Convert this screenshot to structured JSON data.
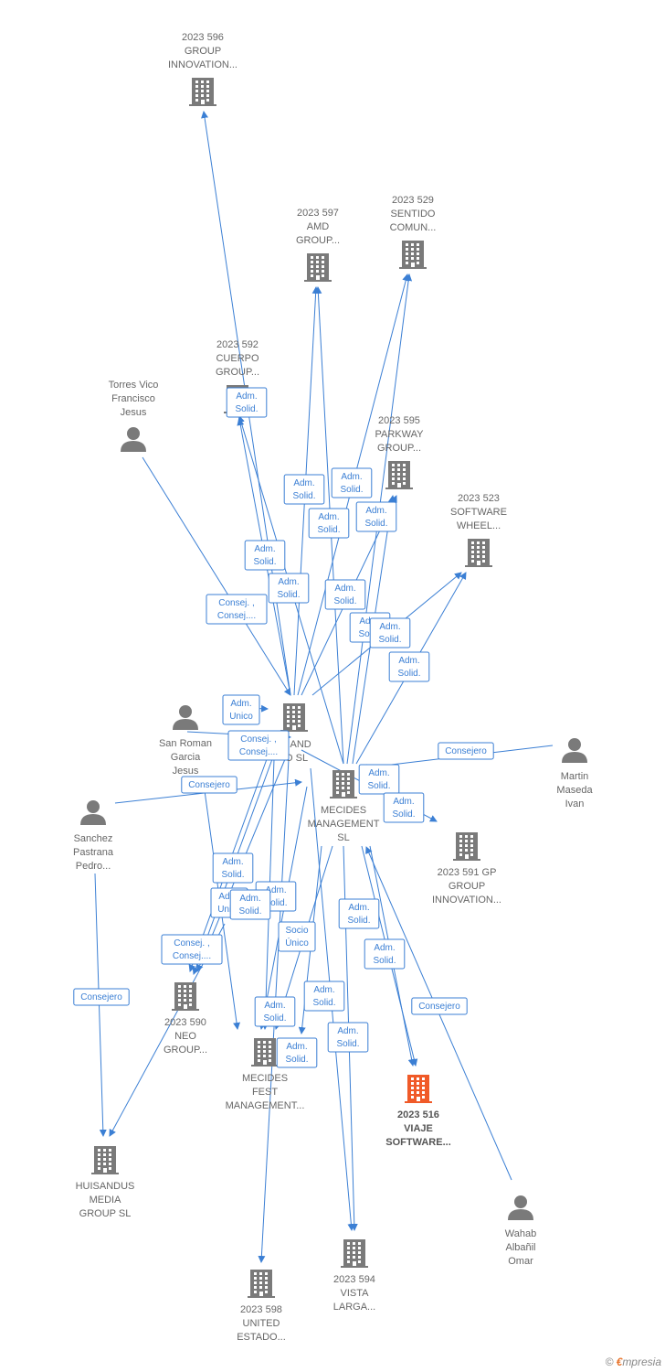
{
  "colors": {
    "edge": "#3b7fd4",
    "company": "#7a7a7a",
    "focus": "#f05a28",
    "person": "#7a7a7a",
    "label": "#666666"
  },
  "nodes": [
    {
      "id": "gi596",
      "type": "company",
      "lines": [
        "2023 596",
        "GROUP",
        "INNOVATION..."
      ]
    },
    {
      "id": "amd597",
      "type": "company",
      "lines": [
        "2023 597",
        "AMD",
        "GROUP..."
      ]
    },
    {
      "id": "sc529",
      "type": "company",
      "lines": [
        "2023 529",
        "SENTIDO",
        "COMUN..."
      ]
    },
    {
      "id": "cg592",
      "type": "company",
      "lines": [
        "2023 592",
        "CUERPO",
        "GROUP..."
      ]
    },
    {
      "id": "tvfj",
      "type": "person",
      "lines": [
        "Torres Vico",
        "Francisco",
        "Jesus"
      ]
    },
    {
      "id": "pg595",
      "type": "company",
      "lines": [
        "2023 595",
        "PARKWAY",
        "GROUP..."
      ]
    },
    {
      "id": "sw523",
      "type": "company",
      "lines": [
        "2023 523",
        "SOFTWARE",
        "WHEEL..."
      ]
    },
    {
      "id": "srgj",
      "type": "person",
      "lines": [
        "San Roman",
        "Garcia",
        "Jesus"
      ]
    },
    {
      "id": "iand",
      "type": "company",
      "lines": [
        "I AND",
        "O SL"
      ]
    },
    {
      "id": "mecsl",
      "type": "company",
      "lines": [
        "MECIDES",
        "MANAGEMENT",
        "SL"
      ]
    },
    {
      "id": "mmi",
      "type": "person",
      "lines": [
        "Martin",
        "Maseda",
        "Ivan"
      ]
    },
    {
      "id": "spp",
      "type": "person",
      "lines": [
        "Sanchez",
        "Pastrana",
        "Pedro..."
      ]
    },
    {
      "id": "gpgi591",
      "type": "company",
      "lines": [
        "2023 591 GP",
        "GROUP",
        "INNOVATION..."
      ]
    },
    {
      "id": "neo590",
      "type": "company",
      "lines": [
        "2023 590",
        "NEO",
        "GROUP..."
      ]
    },
    {
      "id": "mfm",
      "type": "company",
      "lines": [
        "MECIDES",
        "FEST",
        "MANAGEMENT..."
      ]
    },
    {
      "id": "vs516",
      "type": "focus",
      "lines": [
        "2023 516",
        "VIAJE",
        "SOFTWARE..."
      ]
    },
    {
      "id": "hmg",
      "type": "company",
      "lines": [
        "HUISANDUS",
        "MEDIA",
        "GROUP  SL"
      ]
    },
    {
      "id": "wao",
      "type": "person",
      "lines": [
        "Wahab",
        "Albañil",
        "Omar"
      ]
    },
    {
      "id": "vl594",
      "type": "company",
      "lines": [
        "2023 594",
        "VISTA",
        "LARGA..."
      ]
    },
    {
      "id": "ue598",
      "type": "company",
      "lines": [
        "2023 598",
        "UNITED",
        "ESTADO..."
      ]
    }
  ],
  "edge_labels": [
    {
      "id": "l1",
      "lines": [
        "Adm.",
        "Solid."
      ]
    },
    {
      "id": "l2",
      "lines": [
        "Adm.",
        "Solid."
      ]
    },
    {
      "id": "l3",
      "lines": [
        "Adm.",
        "Solid."
      ]
    },
    {
      "id": "l4",
      "lines": [
        "Adm.",
        "Solid."
      ]
    },
    {
      "id": "l5",
      "lines": [
        "Adm.",
        "Solid."
      ]
    },
    {
      "id": "l6",
      "lines": [
        "Adm.",
        "Solid."
      ]
    },
    {
      "id": "l7",
      "lines": [
        "Adm.",
        "Solid."
      ]
    },
    {
      "id": "l8",
      "lines": [
        "Adm.",
        "Solid."
      ]
    },
    {
      "id": "l9",
      "lines": [
        "Consej. ,",
        "Consej...."
      ]
    },
    {
      "id": "l10",
      "lines": [
        "Adm.",
        "Solid."
      ]
    },
    {
      "id": "l11",
      "lines": [
        "Adm.",
        "Solid."
      ]
    },
    {
      "id": "l12",
      "lines": [
        "Adm.",
        "Solid."
      ]
    },
    {
      "id": "l13",
      "lines": [
        "Adm.",
        "Unico"
      ]
    },
    {
      "id": "l14",
      "lines": [
        "Consej. ,",
        "Consej...."
      ]
    },
    {
      "id": "l15",
      "lines": [
        "Consejero"
      ]
    },
    {
      "id": "l16",
      "lines": [
        "Consejero"
      ]
    },
    {
      "id": "l17",
      "lines": [
        "Adm.",
        "Solid."
      ]
    },
    {
      "id": "l18",
      "lines": [
        "Adm.",
        "Solid."
      ]
    },
    {
      "id": "l19",
      "lines": [
        "Adm.",
        "Solid."
      ]
    },
    {
      "id": "l20",
      "lines": [
        "Adm.",
        "Unico"
      ]
    },
    {
      "id": "l21",
      "lines": [
        "Adm.",
        "Solid."
      ]
    },
    {
      "id": "l22",
      "lines": [
        "Adm.",
        "Solid."
      ]
    },
    {
      "id": "l23",
      "lines": [
        "Consej. ,",
        "Consej...."
      ]
    },
    {
      "id": "l24",
      "lines": [
        "Socio",
        "Único"
      ]
    },
    {
      "id": "l25",
      "lines": [
        "Adm.",
        "Solid."
      ]
    },
    {
      "id": "l26",
      "lines": [
        "Adm.",
        "Solid."
      ]
    },
    {
      "id": "l27",
      "lines": [
        "Consejero"
      ]
    },
    {
      "id": "l28",
      "lines": [
        "Adm.",
        "Solid."
      ]
    },
    {
      "id": "l29",
      "lines": [
        "Consejero"
      ]
    },
    {
      "id": "l30",
      "lines": [
        "Adm.",
        "Solid."
      ]
    },
    {
      "id": "l31",
      "lines": [
        "Adm.",
        "Solid."
      ]
    },
    {
      "id": "l32",
      "lines": [
        "Adm.",
        "Solid."
      ]
    }
  ],
  "footer": {
    "copyright": "©",
    "brand_initial": "€",
    "brand_rest": "mpresia"
  }
}
